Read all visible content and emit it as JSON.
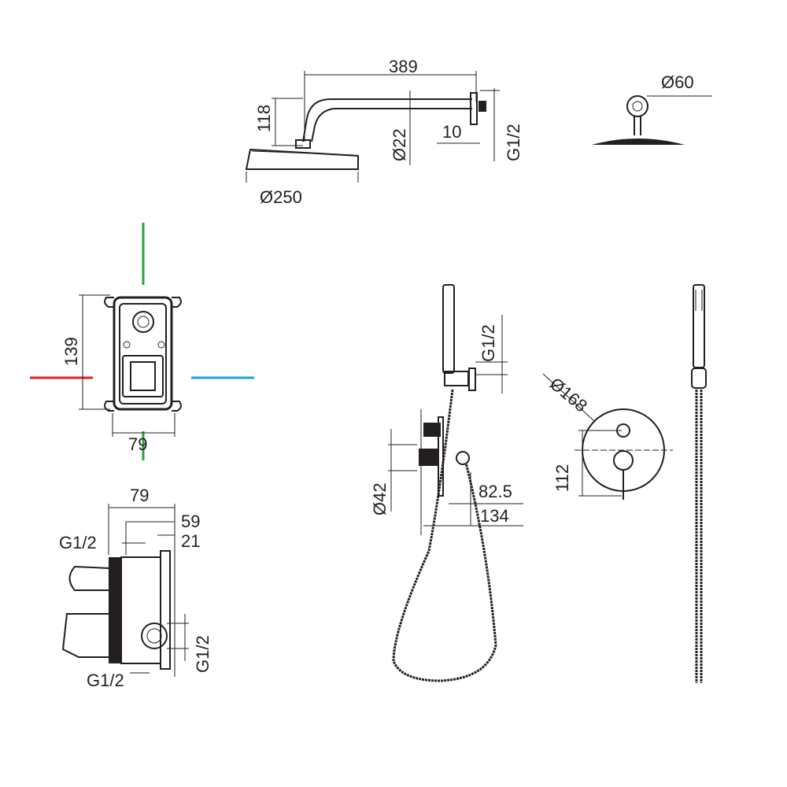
{
  "colors": {
    "hot": "#e31e24",
    "cold": "#1ea0dc",
    "axis": "#2aa33a",
    "ink": "#231f20"
  },
  "shower_arm": {
    "length": "389",
    "height": "118",
    "pipe_dia": "Ø22",
    "flange": "10",
    "thread": "G1/2",
    "head_dia": "Ø250"
  },
  "head_side": {
    "dia": "Ø60"
  },
  "mixer_box_front": {
    "height": "139",
    "width": "79"
  },
  "mixer_box_side": {
    "width": "79",
    "depth_1": "59",
    "depth_2": "21",
    "thread_top": "G1/2",
    "thread_bottom": "G1/2",
    "thread_right": "G1/2"
  },
  "hand_shower": {
    "thread": "G1/2",
    "dia": "Ø42",
    "dist_1": "82.5",
    "dist_2": "134"
  },
  "plate": {
    "dia": "Ø168",
    "spacing": "112"
  }
}
